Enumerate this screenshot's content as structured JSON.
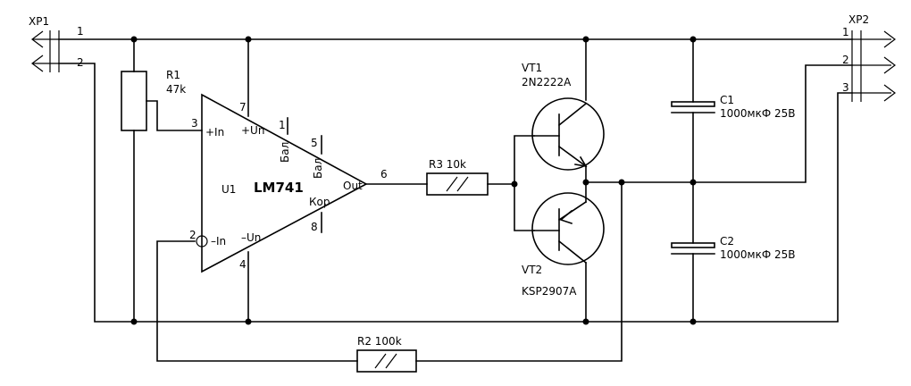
{
  "connectors": {
    "xp1": {
      "label": "XP1",
      "pin1": "1",
      "pin2": "2"
    },
    "xp2": {
      "label": "XP2",
      "pin1": "1",
      "pin2": "2",
      "pin3": "3"
    }
  },
  "r1": {
    "name": "R1",
    "value": "47k"
  },
  "r2": {
    "label": "R2 100k"
  },
  "r3": {
    "label": "R3 10k"
  },
  "u1": {
    "ref": "U1",
    "part": "LM741",
    "pin3": "3",
    "in_plus": "+In",
    "pin2": "2",
    "in_minus": "–In",
    "pin7": "7",
    "vplus": "+Un",
    "pin4": "4",
    "vminus": "–Un",
    "pin1": "1",
    "bal1": "Бал",
    "pin5": "5",
    "bal2": "Бал",
    "pin8": "8",
    "kor": "Кор",
    "pin6": "6",
    "out": "Out"
  },
  "vt1": {
    "name": "VT1",
    "part": "2N2222A"
  },
  "vt2": {
    "name": "VT2",
    "part": "KSP2907A"
  },
  "c1": {
    "name": "C1",
    "value": "1000мкФ 25В"
  },
  "c2": {
    "name": "C2",
    "value": "1000мкФ 25В"
  }
}
